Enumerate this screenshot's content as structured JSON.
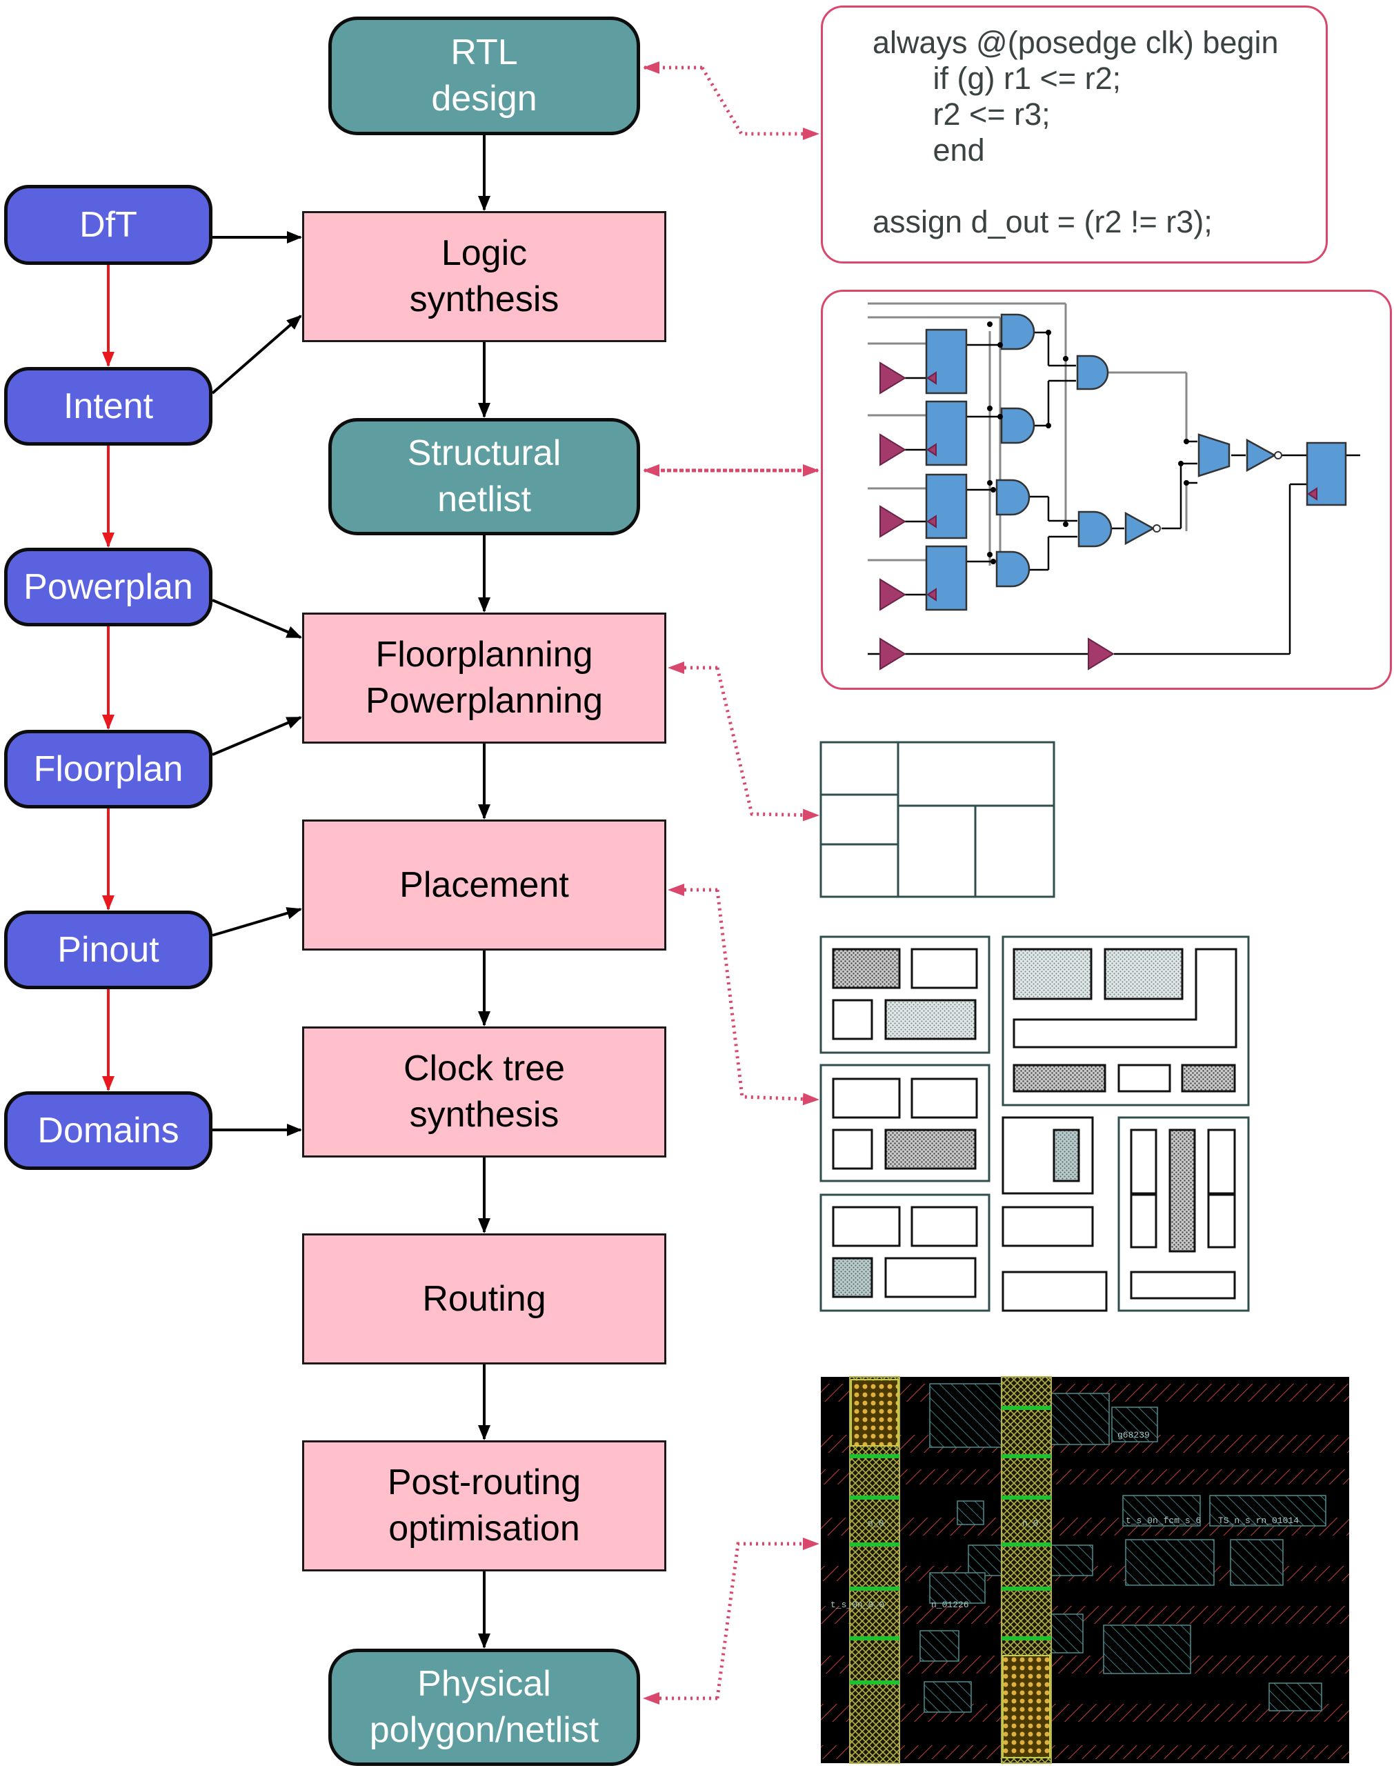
{
  "flow": {
    "rtl": [
      "RTL",
      "design"
    ],
    "logic": [
      "Logic",
      "synthesis"
    ],
    "structural": [
      "Structural",
      "netlist"
    ],
    "floorplanning": [
      "Floorplanning",
      "Powerplanning"
    ],
    "placement": [
      "Placement"
    ],
    "cts": [
      "Clock tree",
      "synthesis"
    ],
    "routing": [
      "Routing"
    ],
    "postroute": [
      "Post-routing",
      "optimisation"
    ],
    "physical": [
      "Physical",
      "polygon/netlist"
    ]
  },
  "inputs": [
    "DfT",
    "Intent",
    "Powerplan",
    "Floorplan",
    "Pinout",
    "Domains"
  ],
  "code_lines": [
    "always @(posedge clk) begin",
    "       if (g) r1 <= r2;",
    "       r2 <= r3;",
    "       end",
    "",
    "assign d_out = (r2 != r3);"
  ],
  "layout_labels": [
    "g68239",
    "n_0",
    "n_0",
    "t_s_0n_fcm_s_6",
    "TS_n_s_rn_01014",
    "t_s_0n_0_0",
    "n_01226"
  ],
  "colors": {
    "teal": "#5f9ea0",
    "pink": "#ffc0cb",
    "blue": "#5b62e0",
    "red_arrow": "#e8191e",
    "dotted_link": "#d9486c",
    "gate_fill": "#5b9bd5",
    "buffer_fill": "#a33a6b"
  }
}
